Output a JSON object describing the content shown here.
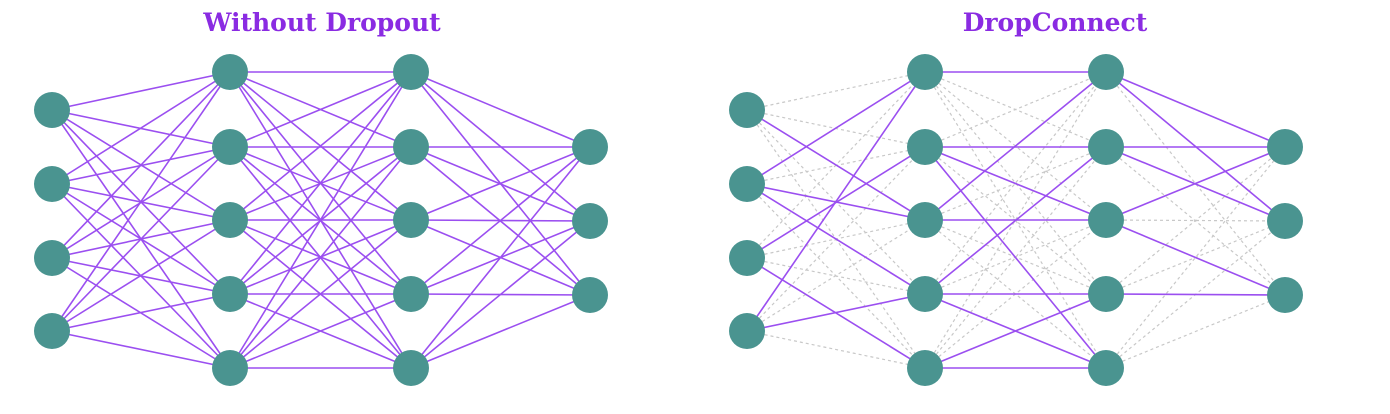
{
  "diagrams": [
    {
      "id": "left",
      "title": "Without Dropout",
      "layers": [
        4,
        5,
        5,
        3
      ],
      "dropped": []
    },
    {
      "id": "right",
      "title": "DropConnect",
      "layers": [
        4,
        5,
        5,
        3
      ],
      "dropped": [
        [
          0,
          0,
          0
        ],
        [
          0,
          0,
          1
        ],
        [
          0,
          0,
          3
        ],
        [
          0,
          0,
          4
        ],
        [
          0,
          1,
          1
        ],
        [
          0,
          1,
          4
        ],
        [
          0,
          2,
          0
        ],
        [
          0,
          2,
          2
        ],
        [
          0,
          2,
          3
        ],
        [
          0,
          3,
          1
        ],
        [
          0,
          3,
          2
        ],
        [
          0,
          3,
          4
        ],
        [
          1,
          0,
          1
        ],
        [
          1,
          0,
          2
        ],
        [
          1,
          0,
          3
        ],
        [
          1,
          0,
          4
        ],
        [
          1,
          1,
          0
        ],
        [
          1,
          1,
          3
        ],
        [
          1,
          2,
          1
        ],
        [
          1,
          2,
          3
        ],
        [
          1,
          2,
          4
        ],
        [
          1,
          3,
          0
        ],
        [
          1,
          3,
          2
        ],
        [
          1,
          4,
          0
        ],
        [
          1,
          4,
          1
        ],
        [
          1,
          4,
          2
        ],
        [
          2,
          0,
          2
        ],
        [
          2,
          1,
          2
        ],
        [
          2,
          2,
          1
        ],
        [
          2,
          3,
          0
        ],
        [
          2,
          3,
          1
        ],
        [
          2,
          4,
          0
        ],
        [
          2,
          4,
          1
        ],
        [
          2,
          4,
          2
        ]
      ]
    }
  ],
  "colors": {
    "title": "#8a2be2",
    "edge": "#9b4ff0",
    "dropped_edge": "#c8c8c8",
    "node": "#4a9490"
  }
}
